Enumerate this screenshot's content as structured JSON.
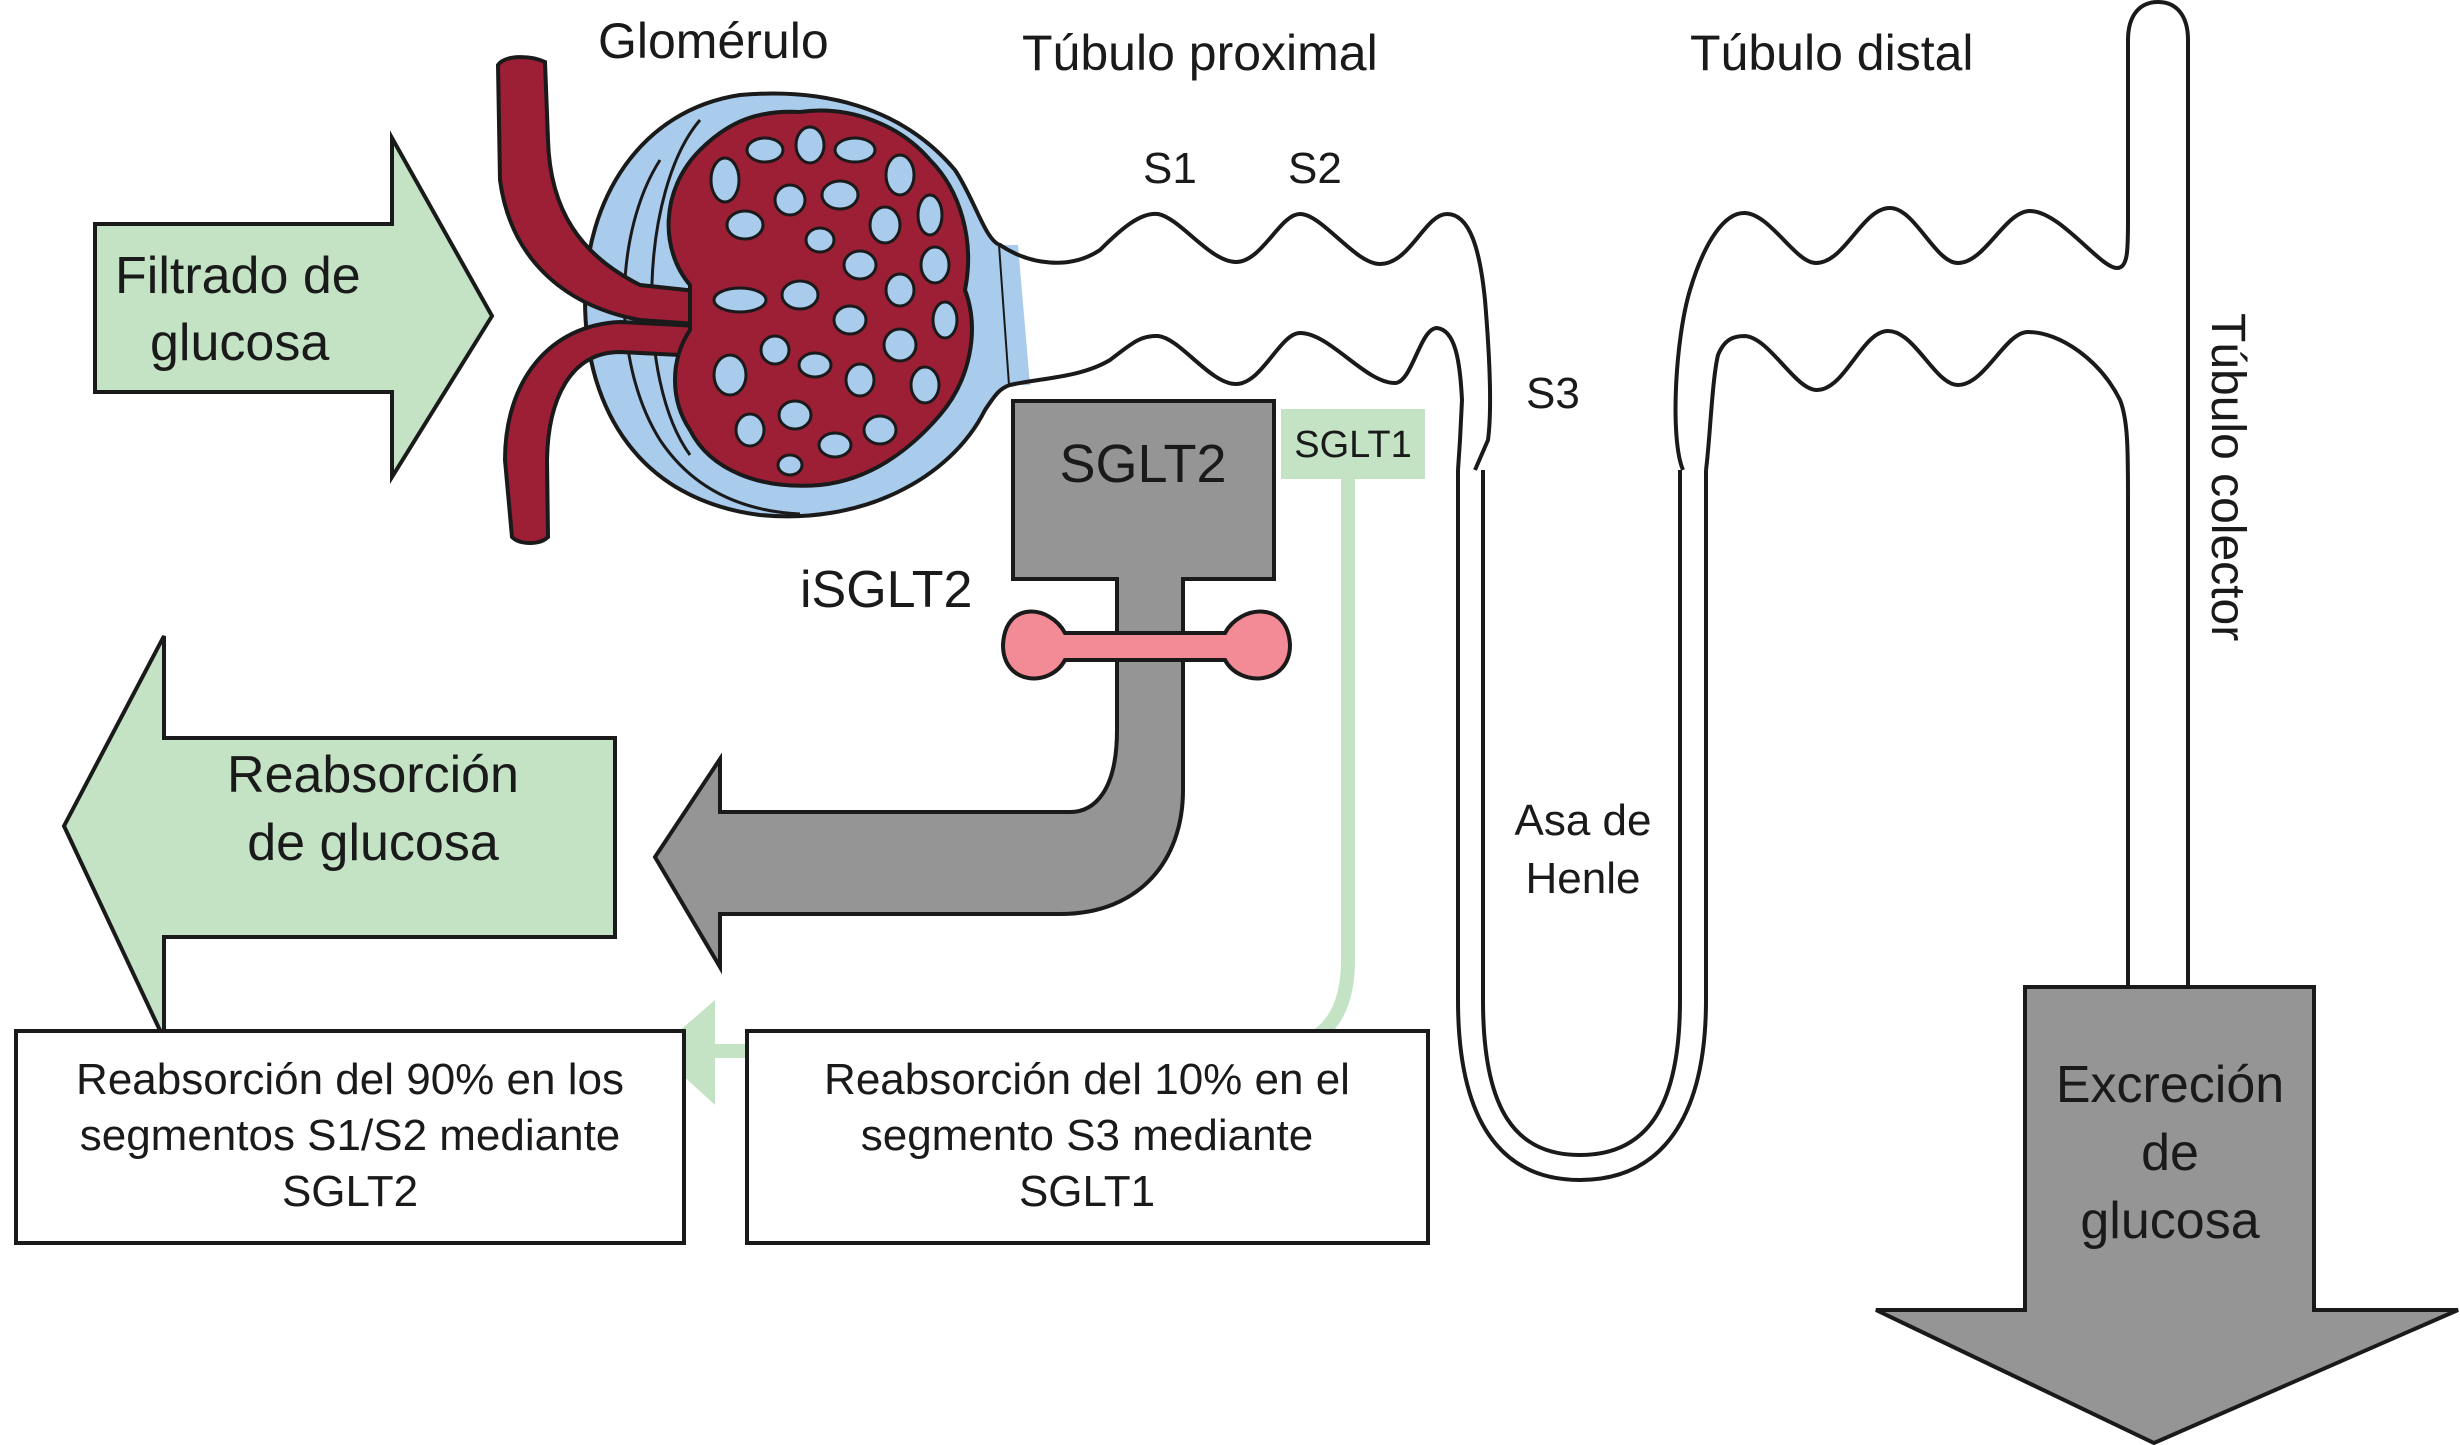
{
  "diagram": {
    "title_labels": {
      "glomerulus": "Glomérulo",
      "proximal_tubule": "Túbulo proximal",
      "distal_tubule": "Túbulo distal",
      "collecting_duct": "Túbulo colector",
      "loop_of_henle_line1": "Asa de",
      "loop_of_henle_line2": "Henle"
    },
    "segments": {
      "s1": "S1",
      "s2": "S2",
      "s3": "S3"
    },
    "transporters": {
      "sglt2": "SGLT2",
      "sglt1": "SGLT1",
      "inhibitor": "iSGLT2"
    },
    "arrows": {
      "filtration": {
        "line1": "Filtrado de",
        "line2": "glucosa"
      },
      "reabsorption": {
        "line1": "Reabsorción",
        "line2": "de glucosa"
      },
      "excretion": {
        "line1": "Excreción",
        "line2": "de",
        "line3": "glucosa"
      }
    },
    "notes": [
      {
        "line1": "Reabsorción del 90% en los",
        "line2": "segmentos S1/S2 mediante",
        "line3": "SGLT2"
      },
      {
        "line1": "Reabsorción del 10% en el",
        "line2": "segmento S3 mediante",
        "line3": "SGLT1"
      }
    ],
    "colors": {
      "green_fill": "#c3e3c4",
      "gray_fill": "#959595",
      "vessel_red": "#9c1f36",
      "capsule_blue": "#a9cbec",
      "inhibitor_pink": "#f28b96",
      "outline": "#1a1a1a"
    }
  }
}
